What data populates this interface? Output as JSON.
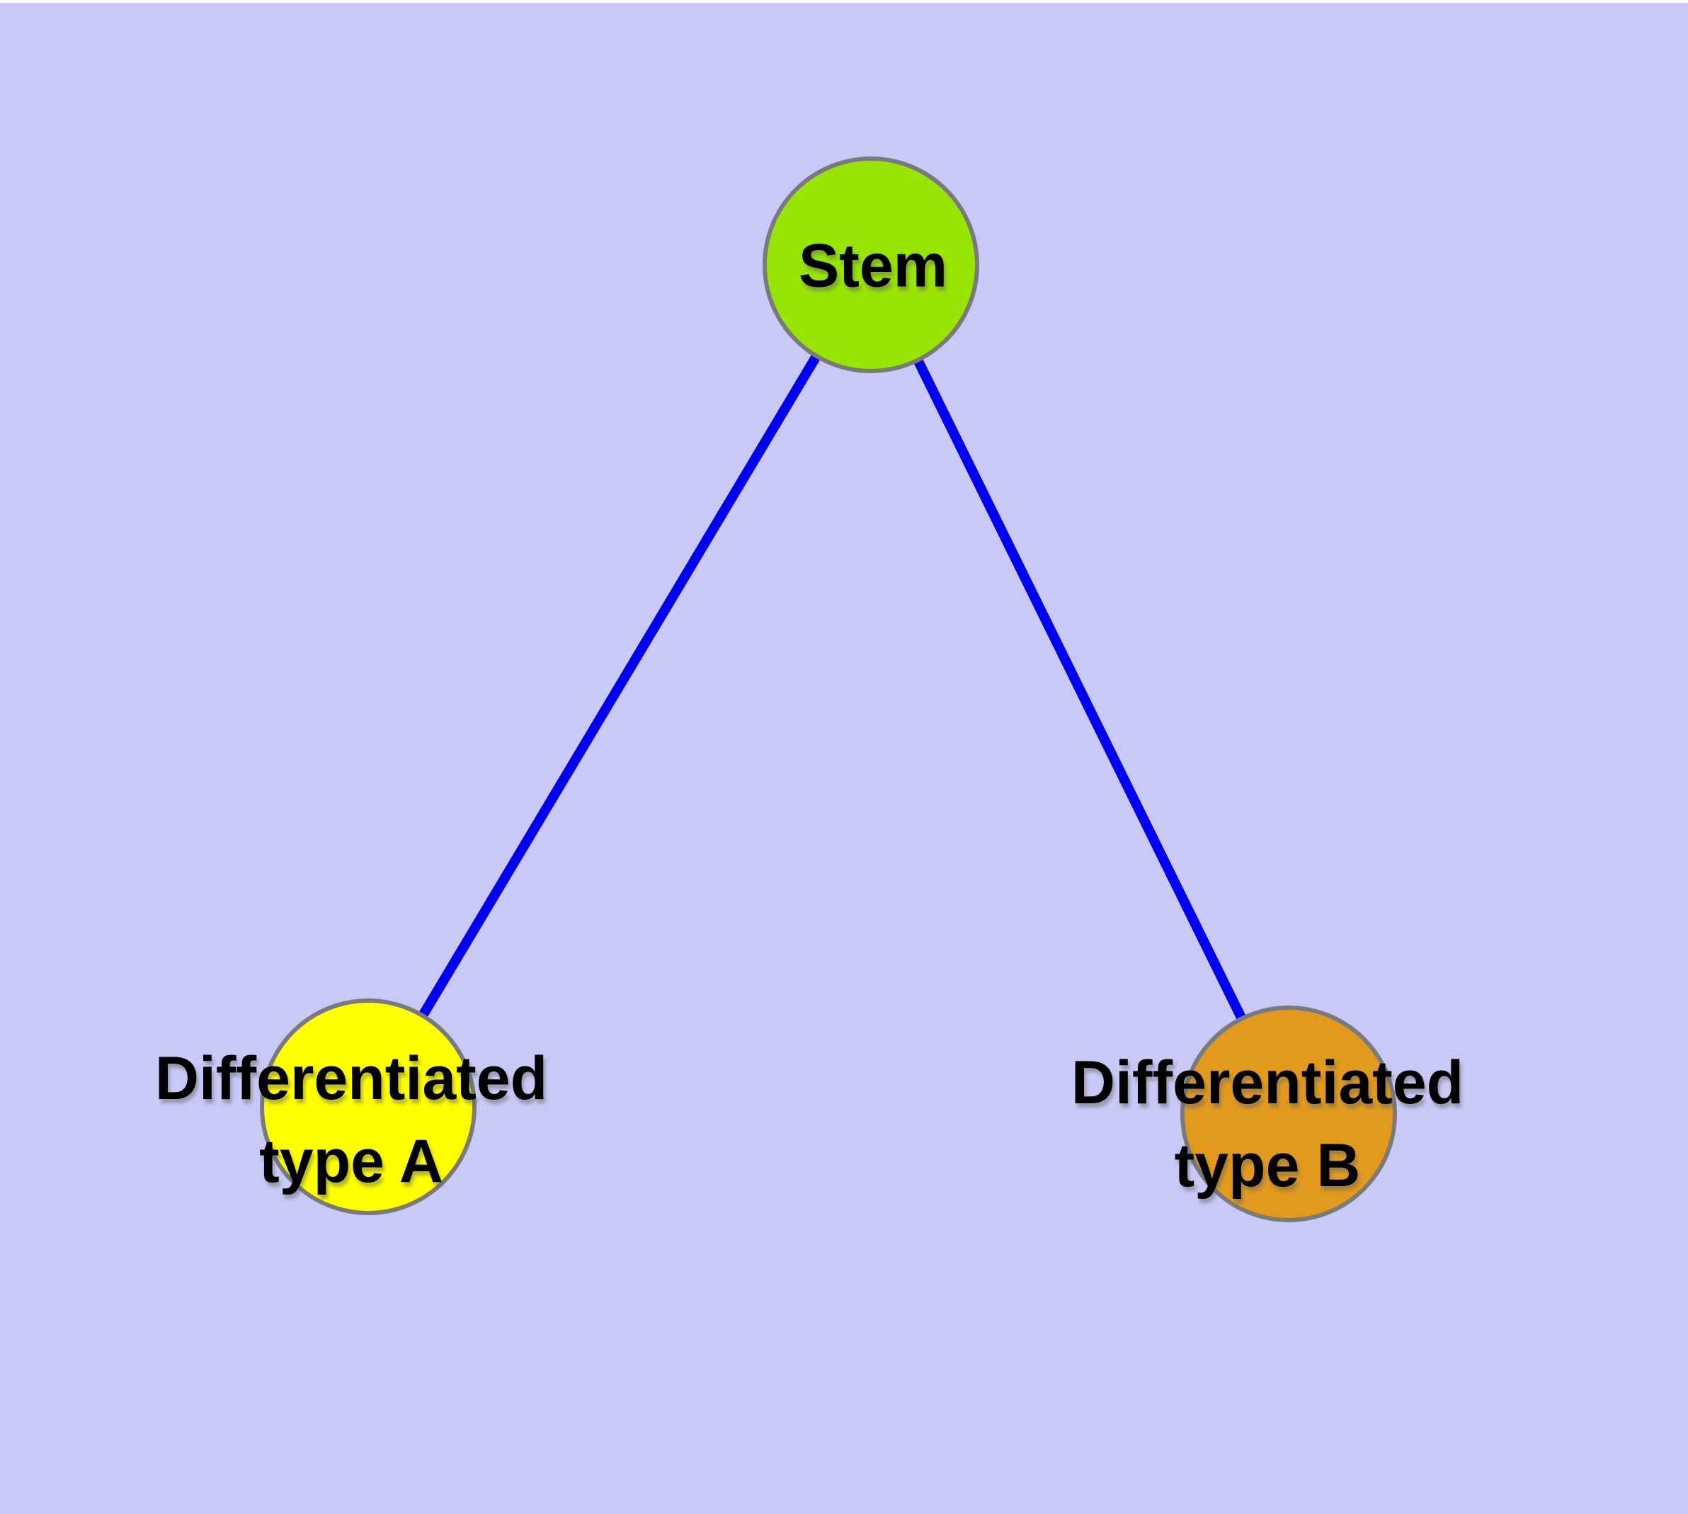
{
  "diagram": {
    "background_color": "#c9c9f7",
    "edge_color": "#0000ee",
    "edge_width": "14",
    "node_border_color": "#7a7a7a",
    "text_color": "#000000",
    "nodes": [
      {
        "id": "stem",
        "label": "Stem",
        "fill_color": "#98e405"
      },
      {
        "id": "differentiated-type-a",
        "label_lines": [
          "Differentiated",
          "type A"
        ],
        "fill_color": "#ffff00"
      },
      {
        "id": "differentiated-type-b",
        "label_lines": [
          "Differentiated",
          "type B"
        ],
        "fill_color": "#e29a1e"
      }
    ],
    "edges": [
      {
        "from": "stem",
        "to": "differentiated-type-a"
      },
      {
        "from": "stem",
        "to": "differentiated-type-b"
      }
    ]
  }
}
